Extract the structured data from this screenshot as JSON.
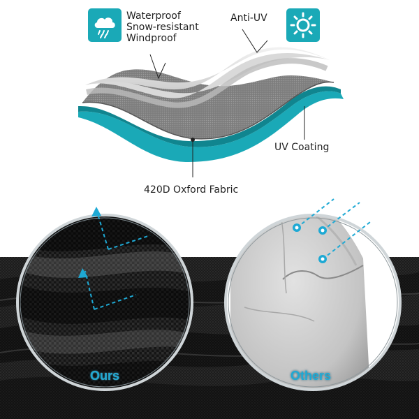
{
  "features": {
    "protection_lines": [
      "Waterproof",
      "Snow-resistant",
      "Windproof"
    ],
    "anti_uv": "Anti-UV",
    "uv_coating": "UV Coating",
    "fabric": "420D Oxford Fabric"
  },
  "comparison": {
    "ours_label": "Ours",
    "others_label": "Others"
  },
  "icons": {
    "left": "rain-cloud-icon",
    "right": "sun-icon"
  },
  "colors": {
    "accent_teal": "#1aa9b7",
    "label_blue": "#1ea9d4",
    "fabric_black": "#1b1b1b",
    "fabric_grey": "#c9c9c9"
  }
}
